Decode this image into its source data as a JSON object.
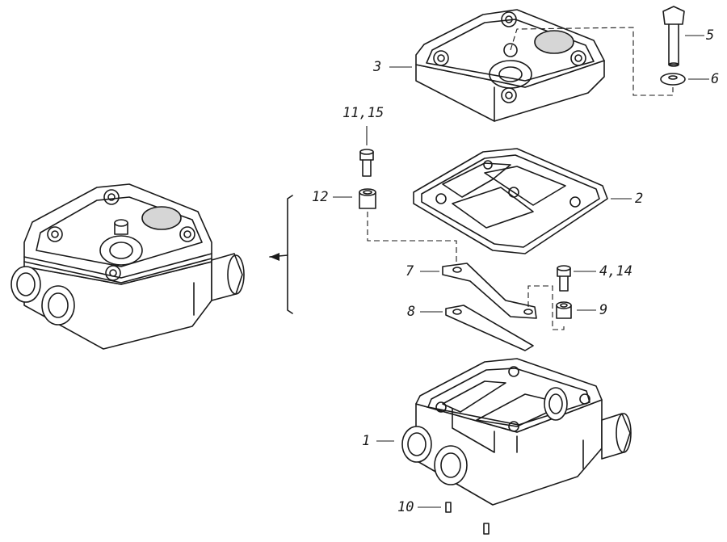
{
  "callouts": {
    "c1": "1",
    "c2": "2",
    "c3": "3",
    "c4": "4,14",
    "c5": "5",
    "c6": "6",
    "c7": "7",
    "c8": "8",
    "c9": "9",
    "c10": "10",
    "c11": "11,15",
    "c12": "12"
  },
  "colors": {
    "line": "#1a1a1a",
    "shade": "#d6d6d6",
    "background": "#ffffff"
  }
}
